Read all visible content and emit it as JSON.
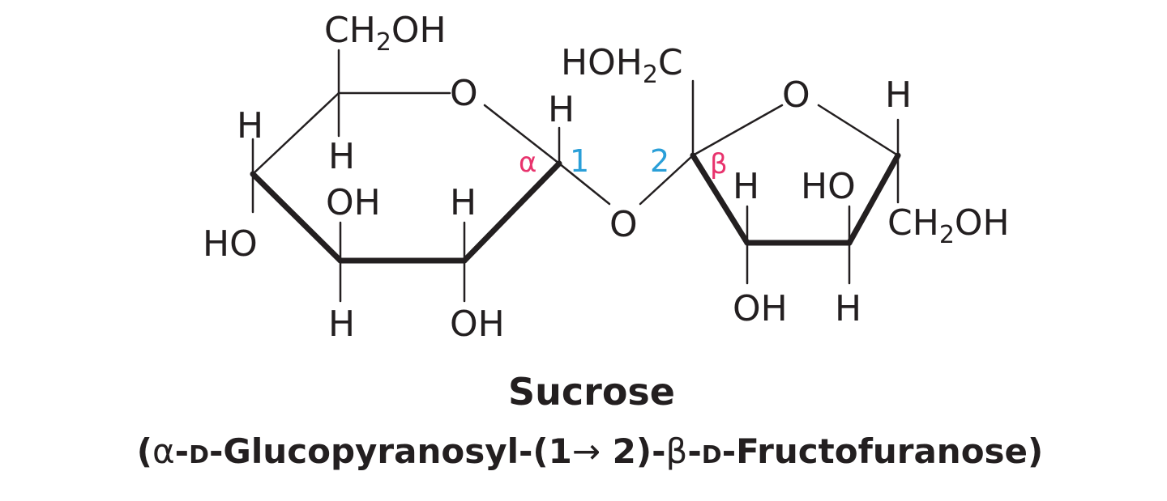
{
  "molecule": {
    "glucose_ring": {
      "ch2oh_top": {
        "main": "CH",
        "sub": "2",
        "tail": "OH"
      },
      "ring_o": "O",
      "h_c5_left": "H",
      "h_c5": "H",
      "oh_c3": "OH",
      "h_c2": "H",
      "ho_c4": "HO",
      "h_c3_down": "H",
      "oh_c2_down": "OH",
      "h_c1": "H",
      "alpha_label": "α",
      "c1_number": "1"
    },
    "glycosidic_o": "O",
    "fructose_ring": {
      "hoh2c": {
        "main": "HOH",
        "sub": "2",
        "tail": "C"
      },
      "ring_o": "O",
      "h_c5": "H",
      "c2_number": "2",
      "beta_label": "β",
      "h_c3": "H",
      "ho_c4": "HO",
      "ch2oh_right": {
        "main": "CH",
        "sub": "2",
        "tail": "OH"
      },
      "oh_c3_down": "OH",
      "h_c4_down": "H"
    },
    "colors": {
      "ink": "#231f20",
      "greek": "#e8336d",
      "numbers": "#2a9fd8"
    }
  },
  "caption": {
    "name": "Sucrose",
    "systematic": {
      "open": "(",
      "alpha": "α",
      "dash1": "-",
      "d1": "D",
      "part1": "-Glucopyranosyl-(1",
      "arrow": "→",
      "part2": " 2)-",
      "beta": "β",
      "dash2": "-",
      "d2": "D",
      "part3": "-Fructofuranose)"
    }
  }
}
